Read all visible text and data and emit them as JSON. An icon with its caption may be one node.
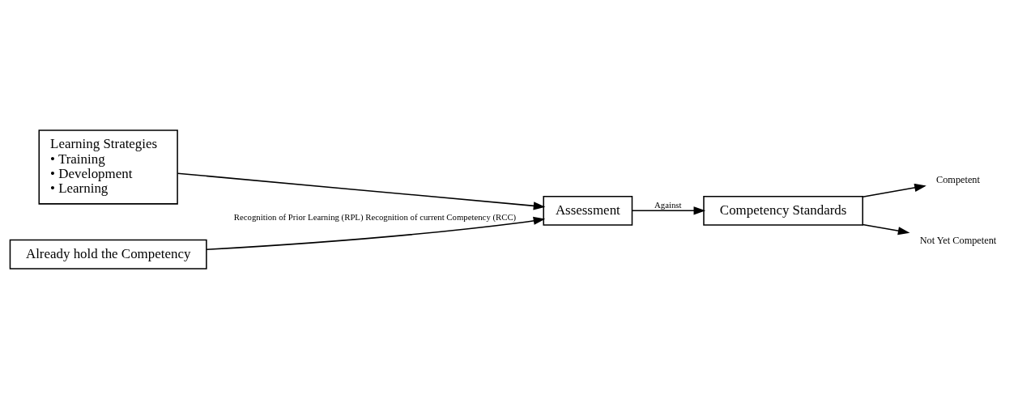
{
  "diagram": {
    "nodes": [
      {
        "text": [
          "Learning Strategies",
          "• Training",
          "• Development",
          "• Learning"
        ]
      },
      {
        "text": [
          "Already hold the Competency"
        ]
      },
      {
        "text": [
          "Assessment"
        ]
      },
      {
        "text": [
          "Competency Standards"
        ]
      },
      {
        "text": [
          "Competent"
        ]
      },
      {
        "text": [
          "Not Yet Competent"
        ]
      }
    ],
    "edges": [
      {
        "from": 0,
        "to": 2,
        "arrow": "to"
      },
      {
        "from": 1,
        "to": 2,
        "arrow": "to",
        "label": "Recognition of Prior Learning (RPL) Recognition of current Competency (RCC)"
      },
      {
        "from": 2,
        "to": 3,
        "arrow": "to",
        "label": "Against"
      },
      {
        "from": 3,
        "to": 4,
        "arrow": "to"
      },
      {
        "from": 3,
        "to": 5,
        "arrow": "to"
      }
    ]
  }
}
